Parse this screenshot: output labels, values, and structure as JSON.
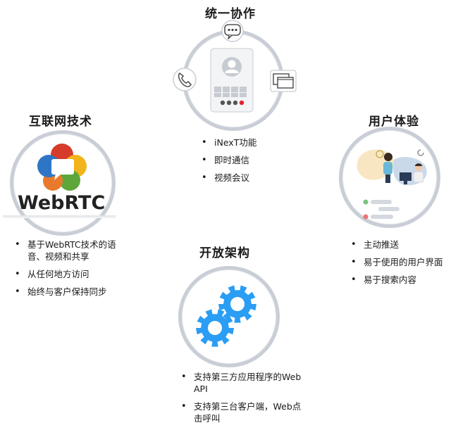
{
  "sections": {
    "collab": {
      "title": "统一协作",
      "bullets": [
        "iNexT功能",
        "即时通信",
        "视频会议"
      ]
    },
    "internet": {
      "title": "互联网技术",
      "logo_text": "WebRTC",
      "bullets": [
        "基于WebRTC技术的语音、视频和共享",
        "从任何地方访问",
        "始终与客户保持同步"
      ]
    },
    "ux": {
      "title": "用户体验",
      "bullets": [
        "主动推送",
        "易于使用的用户界面",
        "易于搜索内容"
      ]
    },
    "open": {
      "title": "开放架构",
      "bullets": [
        "支持第三方应用程序的Web API",
        "支持第三台客户端，Web点击呼叫"
      ]
    }
  },
  "colors": {
    "ring": "#c9ced6",
    "gear": "#2a9df4",
    "webrtc_red": "#d63b2b",
    "webrtc_yellow": "#f3b41b",
    "webrtc_green": "#5ea63a",
    "webrtc_blue": "#2f75c5",
    "webrtc_orange": "#e97a2b"
  },
  "icons": {
    "collab": [
      "chat-bubble-icon",
      "phone-icon",
      "windows-icon",
      "contact-phone-icon"
    ],
    "internet": [
      "webrtc-logo-icon"
    ],
    "ux": [
      "users-illustration-icon",
      "chat-list-icon"
    ],
    "open": [
      "gears-icon"
    ]
  }
}
